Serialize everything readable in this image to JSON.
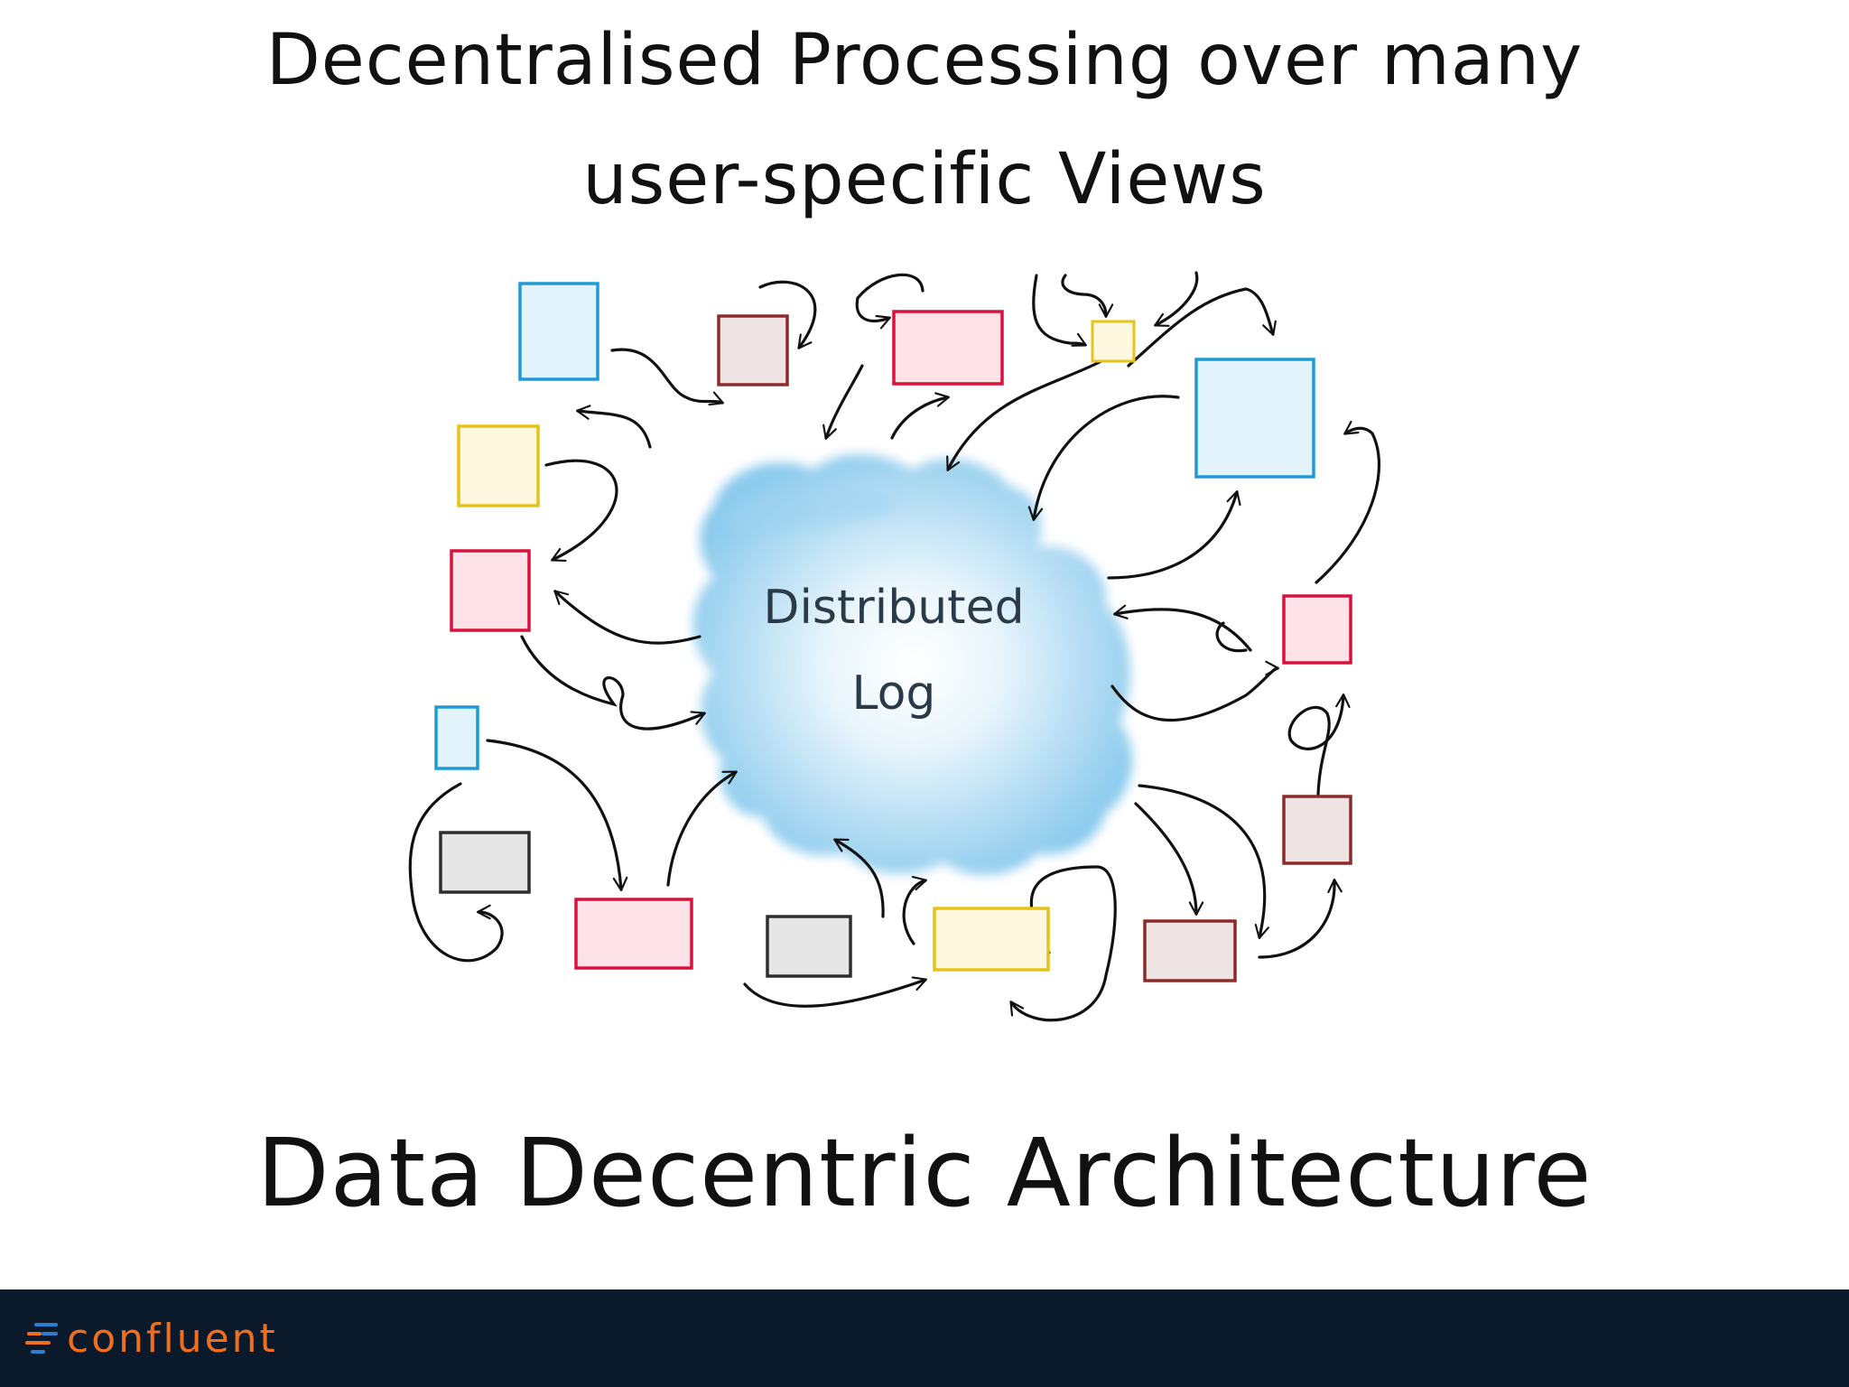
{
  "title": {
    "line1": "Decentralised Processing over many",
    "line2": "user-specific Views"
  },
  "cloud": {
    "line1": "Distributed",
    "line2": "Log"
  },
  "subtitle": "Data Decentric Architecture",
  "brand": {
    "name": "confluent",
    "color": "#f06f1f",
    "bar_color": "#0b1a2a"
  },
  "palette": {
    "blue": {
      "stroke": "#1e9bd7",
      "fill": "#e3f3fc"
    },
    "maroon": {
      "stroke": "#8b2b2b",
      "fill": "#efe4e4"
    },
    "red": {
      "stroke": "#d8123c",
      "fill": "#fde3e8"
    },
    "yellow": {
      "stroke": "#e6c21a",
      "fill": "#fef8e1"
    },
    "gray": {
      "stroke": "#2e2e2e",
      "fill": "#e6e6e6"
    }
  }
}
